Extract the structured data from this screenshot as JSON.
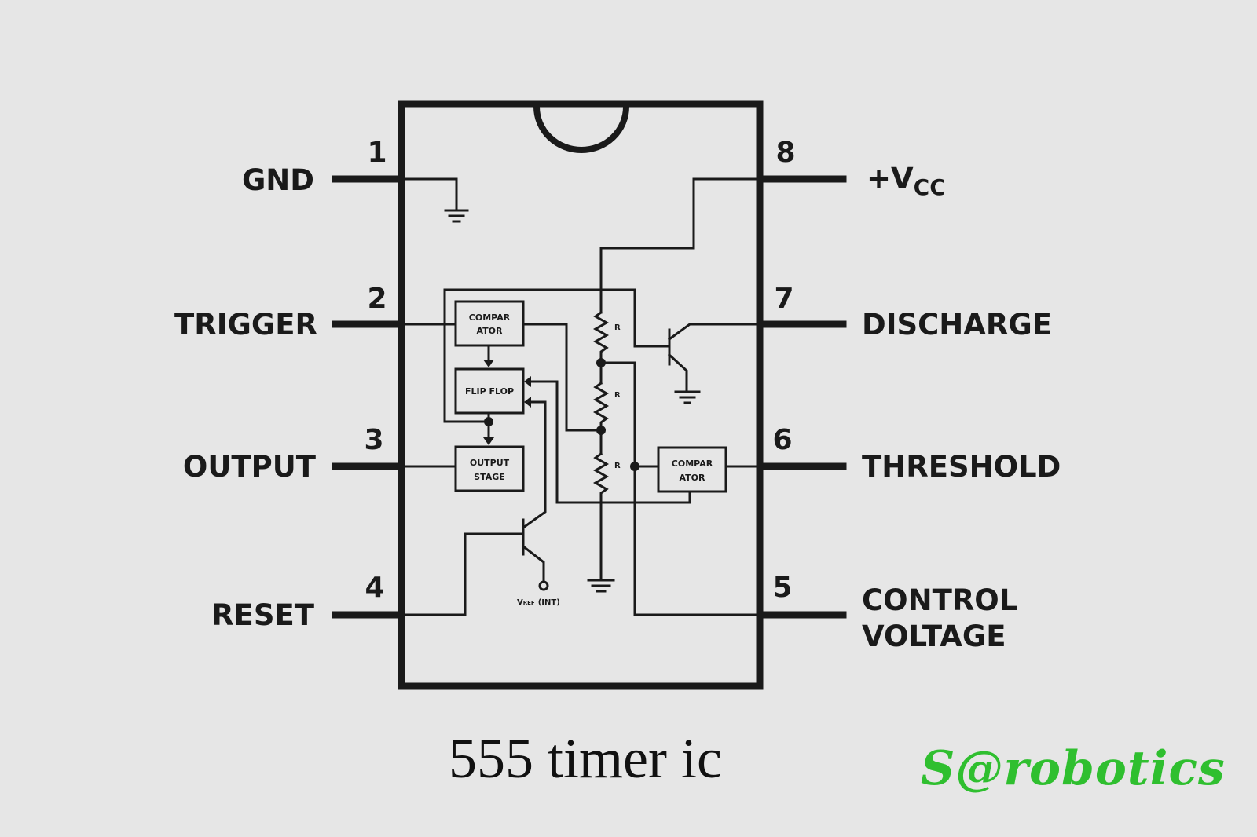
{
  "pins": {
    "p1": {
      "number": "1",
      "label": "GND"
    },
    "p2": {
      "number": "2",
      "label": "TRIGGER"
    },
    "p3": {
      "number": "3",
      "label": "OUTPUT"
    },
    "p4": {
      "number": "4",
      "label": "RESET"
    },
    "p5": {
      "number": "5",
      "label_line1": "CONTROL",
      "label_line2": "VOLTAGE"
    },
    "p6": {
      "number": "6",
      "label": "THRESHOLD"
    },
    "p7": {
      "number": "7",
      "label": "DISCHARGE"
    },
    "p8": {
      "number": "8",
      "label_main": "+V",
      "label_sub": "CC"
    }
  },
  "blocks": {
    "comparator_top": {
      "line1": "COMPAR",
      "line2": "ATOR"
    },
    "flip_flop": {
      "line1": "FLIP FLOP"
    },
    "output_stage": {
      "line1": "OUTPUT",
      "line2": "STAGE"
    },
    "comparator_right": {
      "line1": "COMPAR",
      "line2": "ATOR"
    }
  },
  "resistor_label": "R",
  "vref_label": "V",
  "vref_sub": "REF",
  "vref_suffix": "(INT)",
  "caption": "555 timer ic",
  "brand": "S@robotics",
  "colors": {
    "ink": "#1a1a1a",
    "background": "#e6e6e6",
    "brand": "#2fbf2f"
  }
}
